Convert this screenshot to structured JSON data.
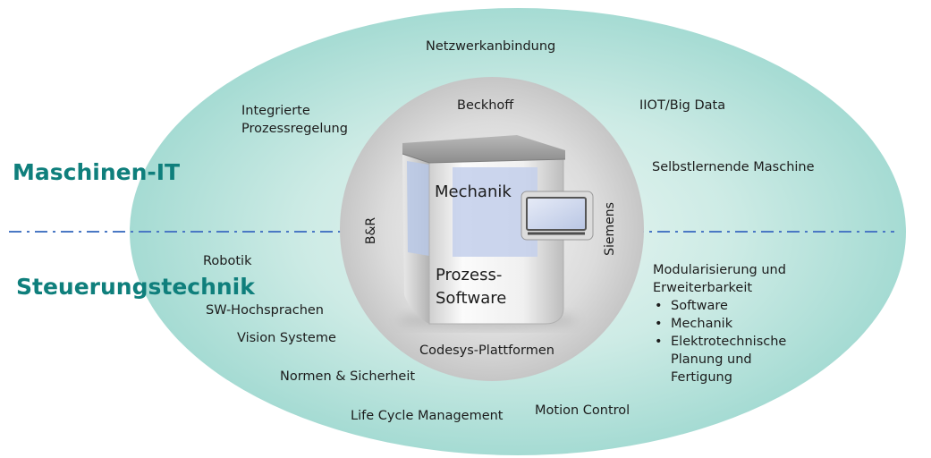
{
  "colors": {
    "outer_ellipse_center": "#e6f4f1",
    "outer_ellipse_edge": "#a8dcd4",
    "inner_circle_center": "#f2f2f2",
    "inner_circle_edge": "#c9c9c9",
    "divider": "#4a78c4",
    "section_label": "#0f7f7c"
  },
  "sections": {
    "top": "Maschinen-IT",
    "bottom": "Steuerungstechnik"
  },
  "outer_topics": {
    "network": "Netzwerkanbindung",
    "integrated_line1": "Integrierte",
    "integrated_line2": "Prozessregelung",
    "iiot": "IIOT/Big Data",
    "self_learning": "Selbstlernende Maschine",
    "robotics": "Robotik",
    "sw_languages": "SW-Hochsprachen",
    "vision": "Vision Systeme",
    "standards": "Normen & Sicherheit",
    "lifecycle": "Life Cycle Management",
    "motion": "Motion Control",
    "modular_line1": "Modularisierung und",
    "modular_line2": "Erweiterbarkeit",
    "modular_items": [
      "Software",
      "Mechanik",
      "Elektrotechnische",
      "Planung und",
      "Fertigung"
    ]
  },
  "inner_vendors": {
    "beckhoff": "Beckhoff",
    "br": "B&R",
    "siemens": "Siemens",
    "codesys": "Codesys-Plattformen"
  },
  "machine": {
    "mechanics": "Mechanik",
    "process_line1": "Prozess-",
    "process_line2": "Software"
  }
}
